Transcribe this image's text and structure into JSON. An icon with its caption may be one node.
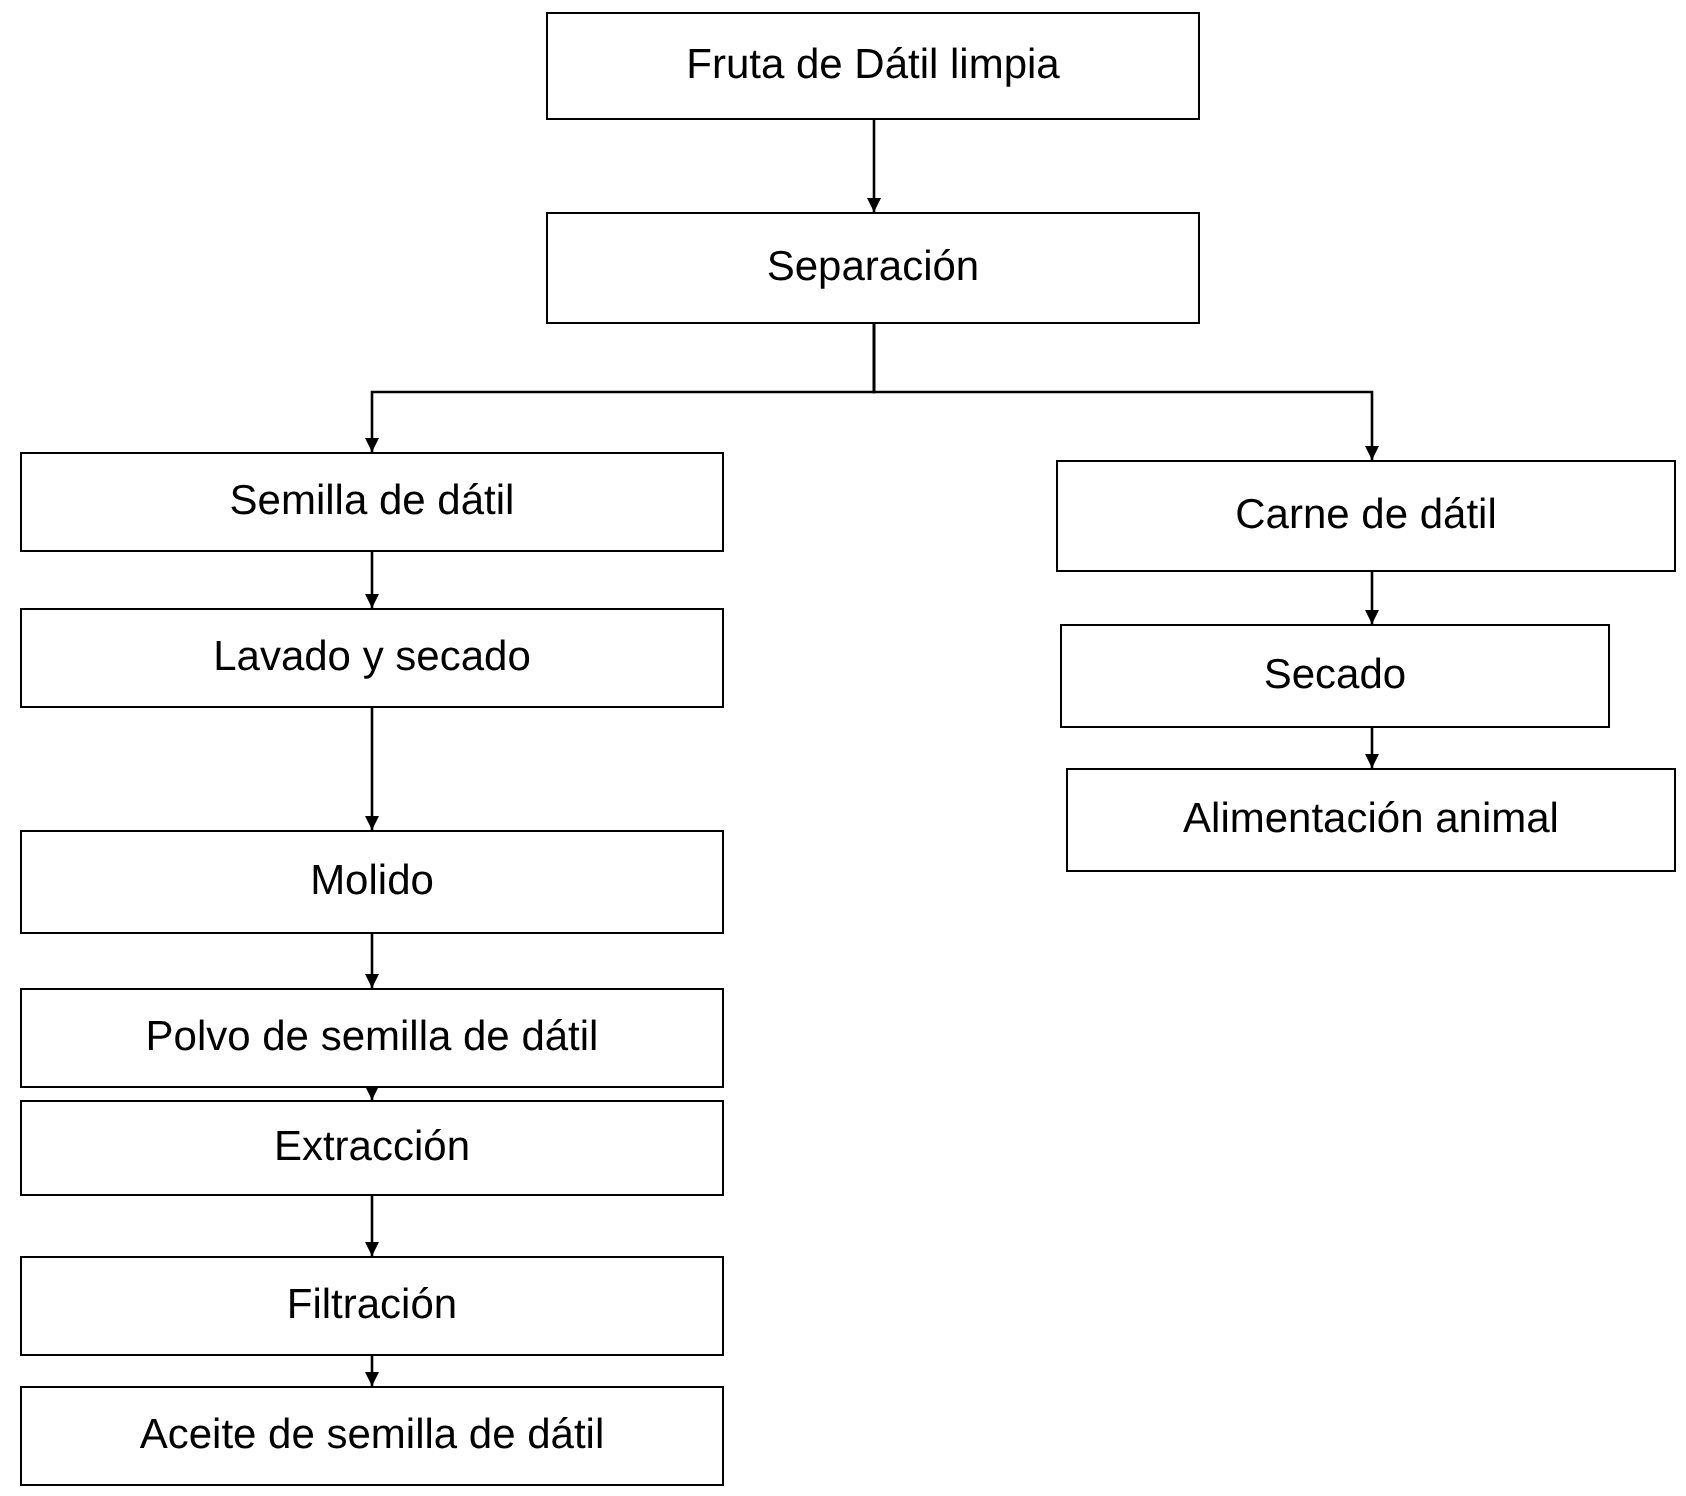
{
  "diagram": {
    "nodes": [
      {
        "text": [
          "Fruta de Dátil limpia"
        ]
      },
      {
        "text": [
          "Separación"
        ]
      },
      {
        "text": [
          "Semilla de dátil"
        ]
      },
      {
        "text": [
          "Lavado y secado"
        ]
      },
      {
        "text": [
          "Molido"
        ]
      },
      {
        "text": [
          "Polvo de semilla de dátil"
        ]
      },
      {
        "text": [
          "Extracción"
        ]
      },
      {
        "text": [
          "Filtración"
        ]
      },
      {
        "text": [
          "Aceite de semilla de dátil"
        ]
      },
      {
        "text": [
          "Carne de dátil"
        ]
      },
      {
        "text": [
          "Secado"
        ]
      },
      {
        "text": [
          "Alimentación animal"
        ]
      }
    ],
    "edges": [
      {
        "from": 0,
        "to": 1,
        "arrow": "to"
      },
      {
        "from": 1,
        "to": 2,
        "arrow": "to"
      },
      {
        "from": 1,
        "to": 9,
        "arrow": "to"
      },
      {
        "from": 2,
        "to": 3,
        "arrow": "to"
      },
      {
        "from": 3,
        "to": 4,
        "arrow": "to"
      },
      {
        "from": 4,
        "to": 5,
        "arrow": "to"
      },
      {
        "from": 5,
        "to": 6,
        "arrow": "to"
      },
      {
        "from": 6,
        "to": 7,
        "arrow": "to"
      },
      {
        "from": 7,
        "to": 8,
        "arrow": "to"
      },
      {
        "from": 9,
        "to": 10,
        "arrow": "to"
      },
      {
        "from": 10,
        "to": 11,
        "arrow": "to"
      }
    ]
  }
}
